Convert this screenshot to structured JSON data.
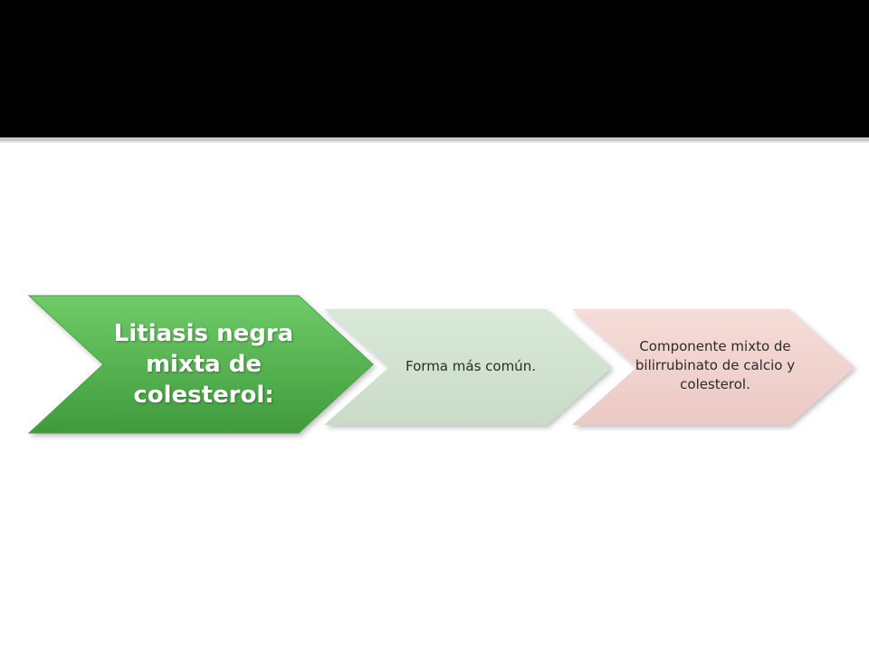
{
  "diagram": {
    "type": "chevron-process",
    "steps": [
      {
        "text": "Litiasis negra mixta de colesterol:",
        "fill": "#5fb85a",
        "text_color": "#ffffff"
      },
      {
        "text": "Forma más común.",
        "fill": "#d3e3d2",
        "text_color": "#2b2b2b"
      },
      {
        "text": "Componente mixto de bilirrubinato de calcio y colesterol.",
        "fill": "#f2d3cf",
        "text_color": "#2b2b2b"
      }
    ]
  },
  "colors": {
    "title_band": "#000000",
    "background": "#ffffff"
  }
}
